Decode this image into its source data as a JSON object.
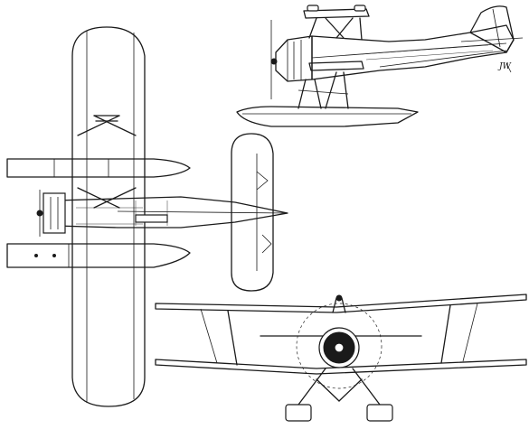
{
  "drawing": {
    "signature": "JW",
    "colors": {
      "line": "#1a1a1a",
      "paper": "#ffffff"
    },
    "views": [
      "side-view",
      "top-view",
      "front-view"
    ]
  }
}
